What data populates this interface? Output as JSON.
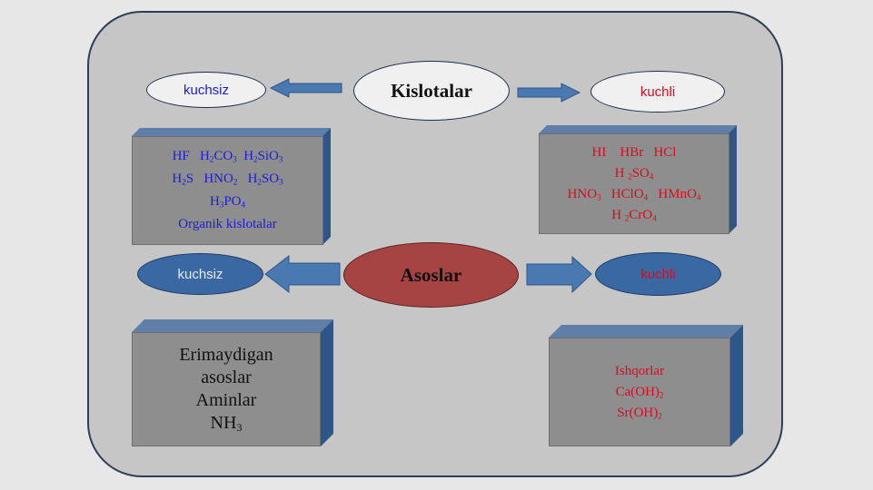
{
  "acids": {
    "title": "Kislotalar",
    "weak_label": "kuchsiz",
    "strong_label": "kuchli",
    "weak_lines": [
      [
        {
          "t": "HF   H"
        },
        {
          "s": "2"
        },
        {
          "t": "CO"
        },
        {
          "s": "3"
        },
        {
          "t": "  H"
        },
        {
          "s": "2"
        },
        {
          "t": "SiO"
        },
        {
          "s": "3"
        }
      ],
      [
        {
          "t": "H"
        },
        {
          "s": "2"
        },
        {
          "t": "S   HNO"
        },
        {
          "s": "2"
        },
        {
          "t": "   H"
        },
        {
          "s": "2"
        },
        {
          "t": "SO"
        },
        {
          "s": "3"
        }
      ],
      [
        {
          "t": "H"
        },
        {
          "s": "3"
        },
        {
          "t": "PO"
        },
        {
          "s": "4"
        }
      ],
      [
        {
          "t": "Organik kislotalar"
        }
      ]
    ],
    "strong_lines": [
      [
        {
          "t": "HI    HBr   HCl"
        }
      ],
      [
        {
          "t": "H "
        },
        {
          "s": "2"
        },
        {
          "t": "SO"
        },
        {
          "s": "4"
        }
      ],
      [
        {
          "t": "HNO"
        },
        {
          "s": "3"
        },
        {
          "t": "   HClO"
        },
        {
          "s": "4"
        },
        {
          "t": "   HMnO"
        },
        {
          "s": "4"
        }
      ],
      [
        {
          "t": "H "
        },
        {
          "s": "2"
        },
        {
          "t": "CrO"
        },
        {
          "s": "4"
        }
      ]
    ]
  },
  "bases": {
    "title": "Asoslar",
    "weak_label": "kuchsiz",
    "strong_label": "kuchli",
    "weak_lines": [
      [
        {
          "t": "Erimaydigan"
        }
      ],
      [
        {
          "t": "asoslar"
        }
      ],
      [
        {
          "t": "Aminlar"
        }
      ],
      [
        {
          "t": "NH"
        },
        {
          "s": "3"
        }
      ]
    ],
    "strong_lines": [
      [
        {
          "t": "Ishqorlar"
        }
      ],
      [
        {
          "t": "Ca(OH)"
        },
        {
          "s": "2"
        }
      ],
      [
        {
          "t": "Sr(OH)"
        },
        {
          "s": "2"
        }
      ]
    ]
  },
  "colors": {
    "frame_bg": "#c6c6c6",
    "box_front": "#8e8e8e",
    "box_side": "#2f5688",
    "arrow": "#4a78b0",
    "weak_text": "#1c1cd6",
    "strong_text": "#d60c1f"
  }
}
